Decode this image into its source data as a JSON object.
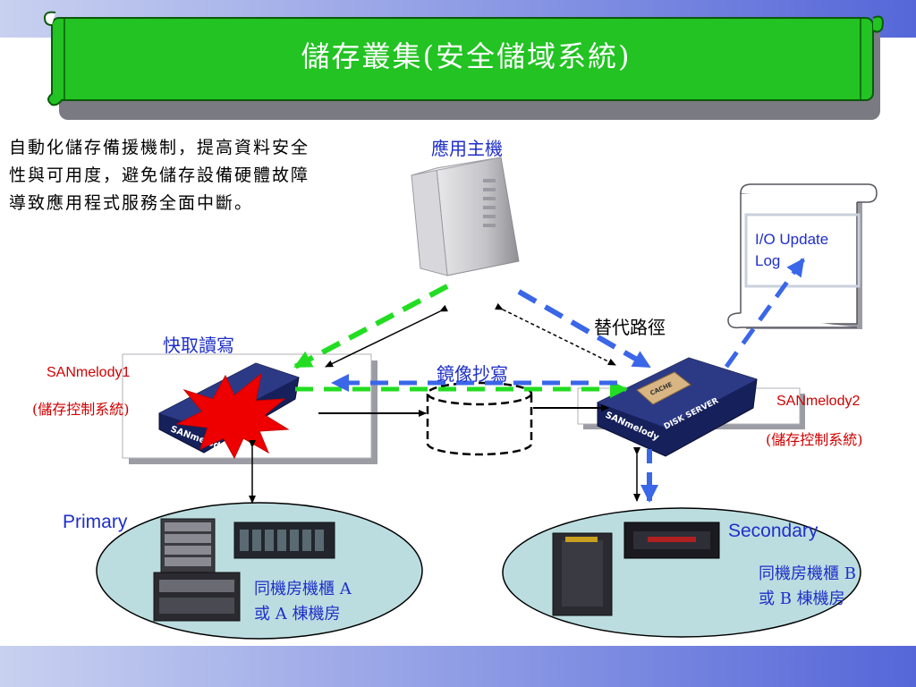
{
  "title": "儲存叢集(安全儲域系統)",
  "intro": "自動化儲存備援機制，提高資料安全性與可用度，避免儲存設備硬體故障導致應用程式服務全面中斷。",
  "labels": {
    "app_host": "應用主機",
    "io_update_log_line1": "I/O Update",
    "io_update_log_line2": "Log",
    "alt_path": "替代路徑",
    "cache_rw": "快取讀寫",
    "mirror_write": "鏡像抄寫",
    "sanmelody1": "SANmelody1",
    "sanmelody1_sub": "(儲存控制系統)",
    "sanmelody2": "SANmelody2",
    "sanmelody2_sub": "(儲存控制系統)",
    "primary": "Primary",
    "secondary": "Secondary",
    "site_a_line1": "同機房機櫃 A",
    "site_a_line2": "或 A 棟機房",
    "site_b_line1": "同機房機櫃 B",
    "site_b_line2": "或 B 棟機房",
    "server_brand": "SANmelody",
    "disk_server": "DISK SERVER",
    "cache": "CACHE"
  },
  "colors": {
    "banner_green": "#22c322",
    "arrow_green": "#22dd22",
    "arrow_blue": "#3a66e8",
    "ellipse_fill": "#bcdde0",
    "label_blue": "#1f2fc8",
    "label_red": "#d00000"
  }
}
